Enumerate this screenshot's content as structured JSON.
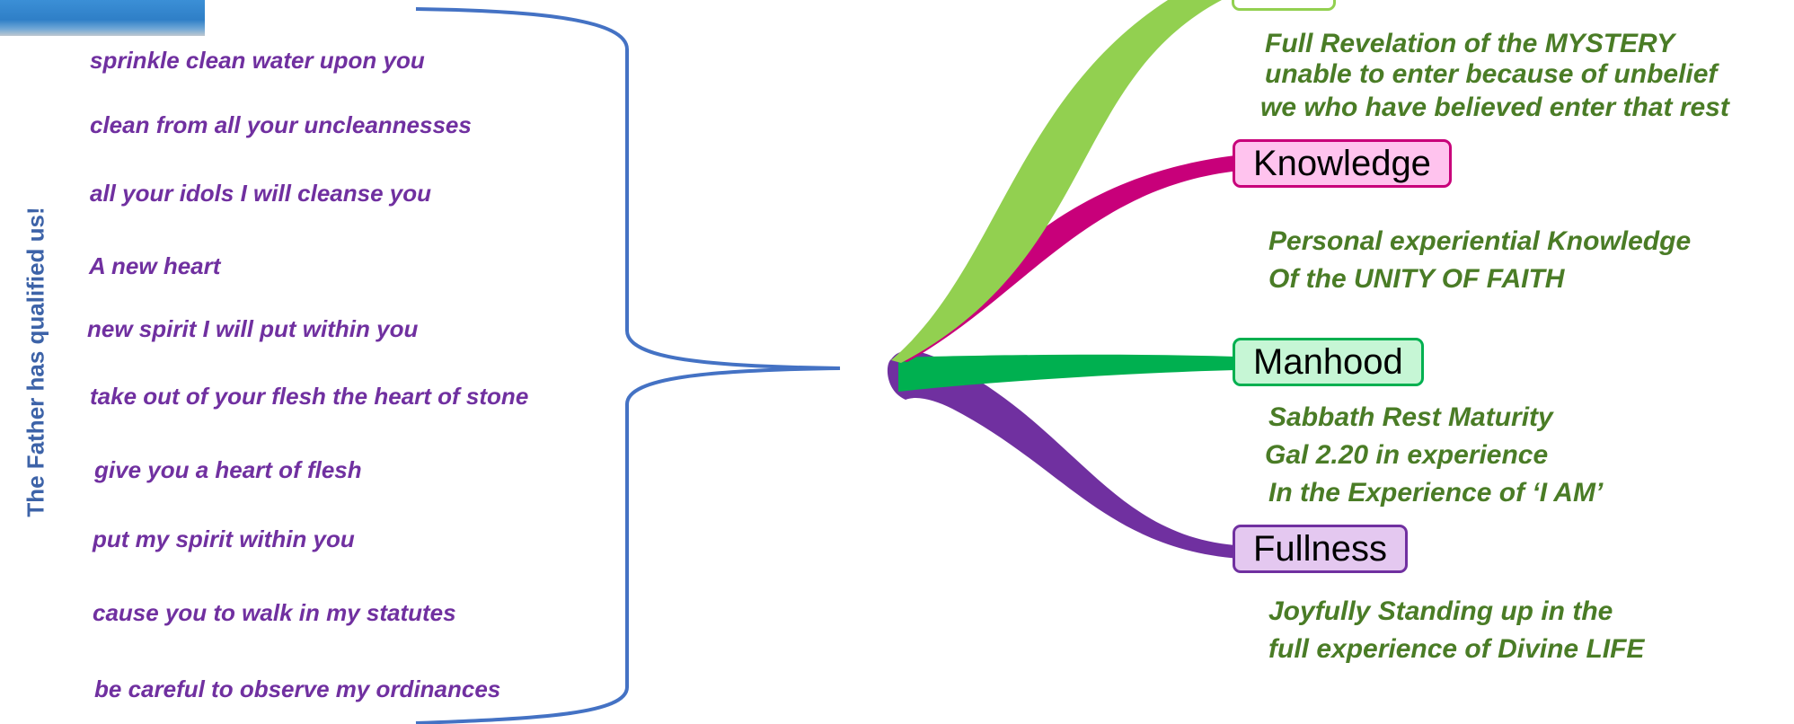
{
  "sidebar_title": "The Father has qualified us!",
  "promises": [
    "sprinkle clean water upon you",
    "clean from all your uncleannesses",
    "all your idols I will cleanse you",
    "A new heart",
    "new spirit I will put within you",
    "take out of your flesh the heart of stone",
    "give you a heart of flesh",
    "put my spirit within you",
    "cause you to walk in my statutes",
    "be careful to observe my ordinances"
  ],
  "branches": [
    {
      "label": "",
      "color": "#92d050",
      "box_fill": "#ffffff",
      "lines": [
        "Full Revelation of the MYSTERY",
        "unable to enter because of unbelief",
        "we who have believed enter that rest"
      ]
    },
    {
      "label": "Knowledge",
      "color": "#c8007a",
      "box_fill": "#ffc3ee",
      "lines": [
        "Personal experiential Knowledge",
        "Of the UNITY OF FAITH"
      ]
    },
    {
      "label": "Manhood",
      "color": "#00b050",
      "box_fill": "#c6f6d5",
      "lines": [
        "Sabbath Rest Maturity",
        "Gal 2.20 in experience",
        "In the Experience of ‘I AM’"
      ]
    },
    {
      "label": "Fullness",
      "color": "#7030a0",
      "box_fill": "#e4c8f0",
      "lines": [
        "Joyfully Standing up in the",
        "full experience of Divine LIFE"
      ]
    }
  ],
  "colors": {
    "brace": "#4472c4",
    "promise_text": "#7030a0",
    "description_text": "#4a7c26",
    "title_text": "#3d63a8"
  }
}
